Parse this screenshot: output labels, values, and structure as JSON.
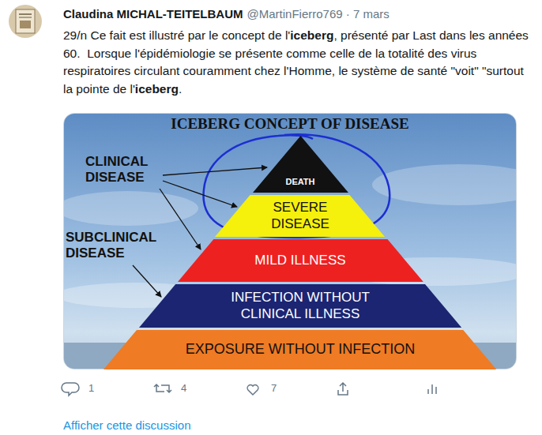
{
  "diagram": {
    "title": "ICEBERG CONCEPT OF DISEASE",
    "nodes": [
      {
        "text": [
          "DEATH"
        ]
      },
      {
        "text": [
          "SEVERE DISEASE"
        ]
      },
      {
        "text": [
          "MILD ILLNESS"
        ]
      },
      {
        "text": [
          "INFECTION WITHOUT CLINICAL ILLNESS"
        ]
      },
      {
        "text": [
          "EXPOSURE WITHOUT INFECTION"
        ]
      }
    ],
    "labels": [
      "Claudina MICHAL-TEITELBAUM",
      "@MartinFierro769 · 7 mars",
      "29/n Ce fait est illustré par le concept de l'",
      "iceberg",
      ", présenté par Last dans les années 60.  Lorsque l'épidémiologie se présente comme celle de la totalité des virus respiratoires circulant couramment chez l'Homme, le système de santé \"voit\" \"surtout la pointe de l'",
      "iceberg",
      ".",
      "CLINICAL DISEASE",
      "SUBCLINICAL DISEASE",
      "1",
      "4",
      "7",
      "Afficher cette discussion"
    ]
  }
}
